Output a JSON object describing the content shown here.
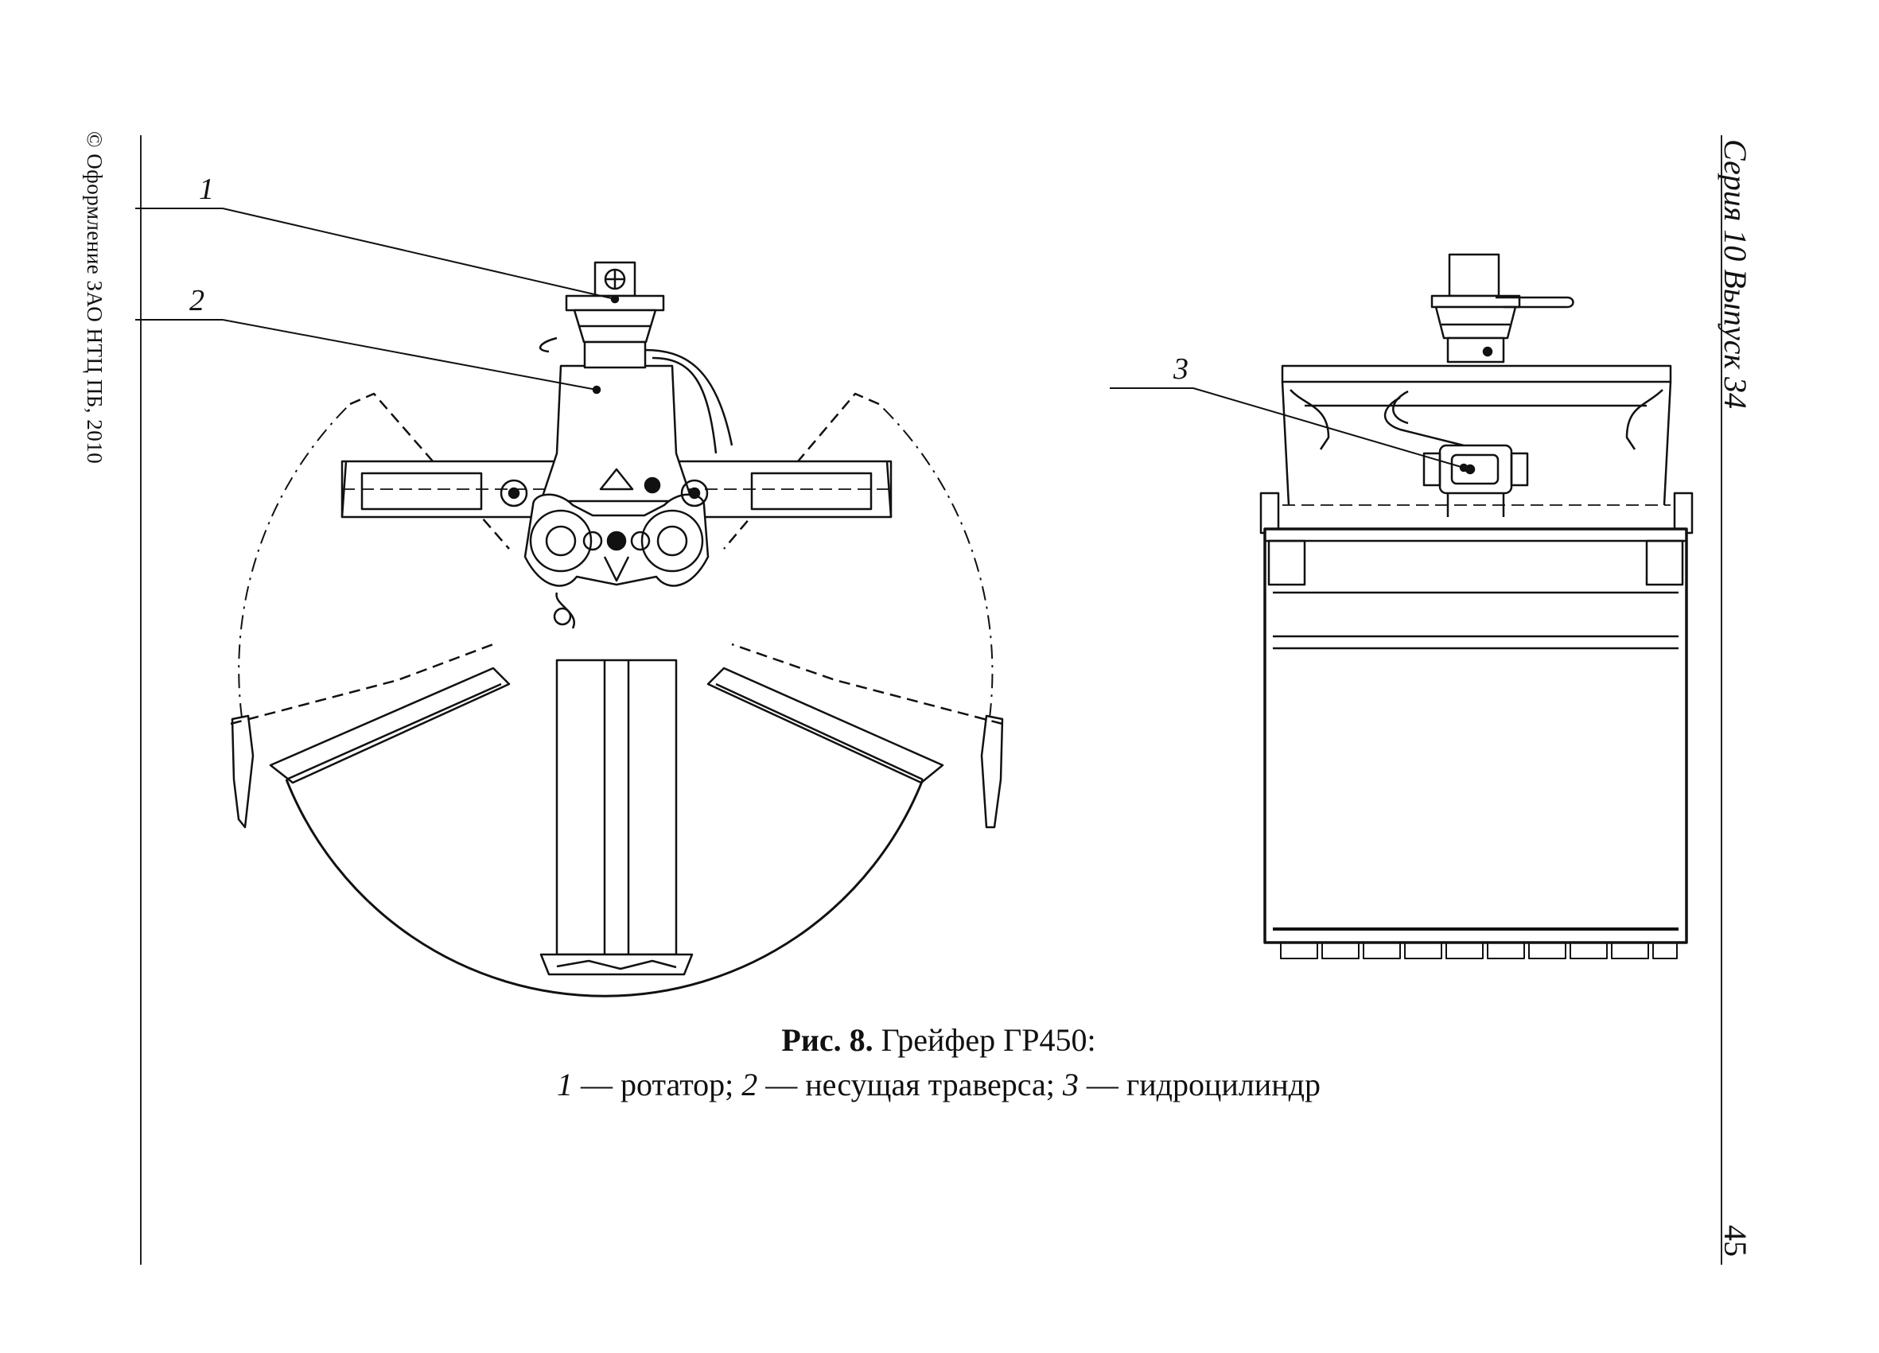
{
  "margin": {
    "copyright": "© Оформление ЗАО НТЦ ПБ, 2010",
    "series": "Серия 10 Выпуск 34",
    "page_number": "45"
  },
  "figure": {
    "callouts": [
      "1",
      "2",
      "3"
    ],
    "caption": {
      "figure_label": "Рис. 8.",
      "title": " Грейфер ГР450:",
      "items": [
        {
          "num": "1",
          "text": " — ротатор; "
        },
        {
          "num": "2",
          "text": " — несущая траверса; "
        },
        {
          "num": "3",
          "text": " — гидроцилиндр"
        }
      ]
    }
  }
}
